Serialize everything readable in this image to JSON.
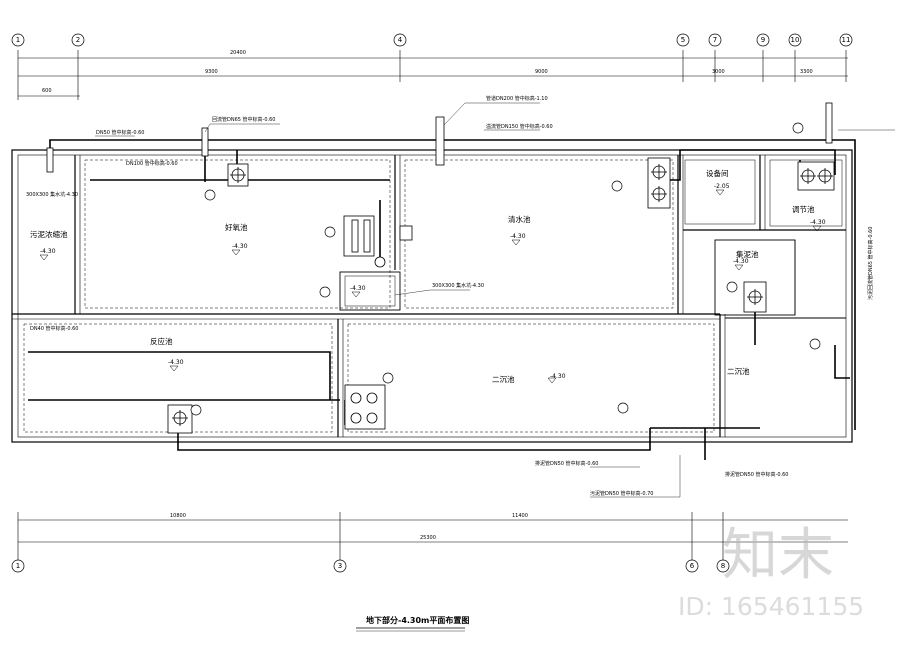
{
  "title": "地下部分-4.30m平面布置图",
  "axes_top": [
    "1",
    "2",
    "4",
    "5",
    "7",
    "9",
    "10",
    "11"
  ],
  "axes_bottom": [
    "1",
    "3",
    "6",
    "8"
  ],
  "rooms": {
    "sludge_thickening": "污泥浓缩池",
    "equipment": "设备间",
    "clear_water": "清水池",
    "regulating": "调节池",
    "reaction": "反应池",
    "sludge_collection": "集泥池",
    "secondary_settling": "二沉池",
    "aerobic": "好氧池"
  },
  "levels": {
    "l_sludge": "-4.30",
    "l_aerobic": "-4.30",
    "l_clear": "-4.30",
    "l_settling": "-4.30",
    "l_equipment": "-2.05",
    "l_sump": "-4.30",
    "l_collect": "-4.30",
    "l_pit": "-4.30",
    "l_center": "-4.30"
  },
  "notes": {
    "n_dn50": "DN50 管中标高-0.60",
    "n_dn100": "DN100 管中标高-0.60",
    "n_dn65": "回流管DN65 管中标高-0.60",
    "n_dn200": "管道DN200 管中标高-1.10",
    "n_dn150": "溢流管DN150 管中标高-0.60",
    "n_pit": "300X300 集水坑-4.30",
    "n_left_pit": "300X300 集水坑-4.30",
    "n_dn40": "DN40 管中标高-0.60",
    "n_bottom1": "排泥管DN50 管中标高-0.60",
    "n_bottom2": "污泥管DN50 管中标高-0.70",
    "n_bottom3": "排泥管DN50 管中标高-0.60",
    "n_right": "污泥回流管DN65 管中标高-0.60"
  },
  "watermark": {
    "logo": "知末",
    "id": "ID: 165461155"
  }
}
